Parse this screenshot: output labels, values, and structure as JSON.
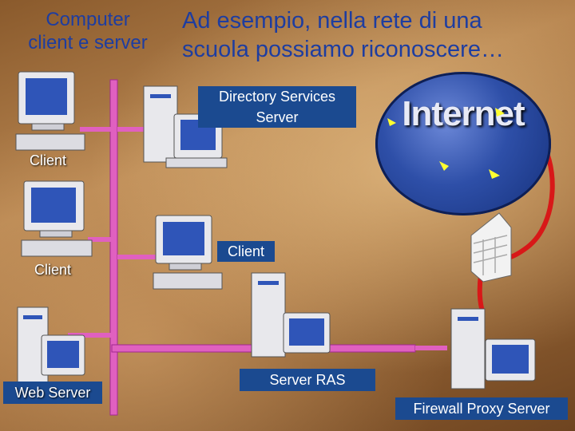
{
  "title": {
    "left_line1": "Computer",
    "left_line2": "client e server",
    "right_line1": "Ad esempio, nella rete di una",
    "right_line2": "scuola possiamo riconoscere…"
  },
  "labels": {
    "client1": "Client",
    "client2": "Client",
    "client3": "Client",
    "web_server": "Web Server",
    "directory_line1": "Directory Services",
    "directory_line2": "Server",
    "server_ras": "Server RAS",
    "firewall": "Firewall Proxy Server",
    "internet": "Internet"
  },
  "colors": {
    "title": "#1e3da0",
    "bus": "#e060c0",
    "link": "#d81818",
    "label_box": "#1b4a90"
  }
}
